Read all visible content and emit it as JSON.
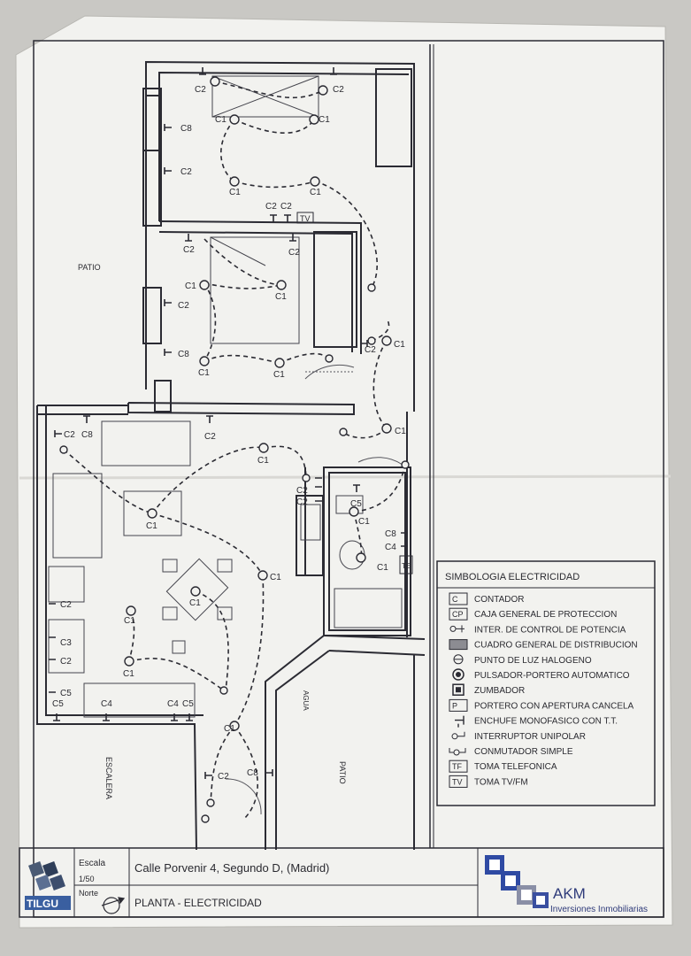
{
  "plan": {
    "labels": {
      "patio_left": "PATIO",
      "escalera": "ESCALERA",
      "patio_right": "PATIO",
      "agua": "AGUA"
    },
    "circuit_tags": {
      "c1": "C1",
      "c2": "C2",
      "c3": "C3",
      "c4": "C4",
      "c5": "C5",
      "c8": "C8"
    },
    "fixture_tags": {
      "tv": "TV",
      "te": "TE"
    }
  },
  "legend": {
    "title": "SIMBOLOGIA ELECTRICIDAD",
    "items": [
      {
        "icon": "contador-icon",
        "code": "C",
        "label": "CONTADOR"
      },
      {
        "icon": "caja-general-icon",
        "code": "CP",
        "label": "CAJA GENERAL DE PROTECCION"
      },
      {
        "icon": "interruptor-potencia-icon",
        "code": "",
        "label": "INTER. DE CONTROL DE POTENCIA"
      },
      {
        "icon": "cuadro-distribucion-icon",
        "code": "",
        "label": "CUADRO GENERAL DE DISTRIBUCION"
      },
      {
        "icon": "luz-halogeno-icon",
        "code": "",
        "label": "PUNTO DE LUZ HALOGENO"
      },
      {
        "icon": "pulsador-portero-icon",
        "code": "",
        "label": "PULSADOR-PORTERO AUTOMATICO"
      },
      {
        "icon": "zumbador-icon",
        "code": "",
        "label": "ZUMBADOR"
      },
      {
        "icon": "portero-cancela-icon",
        "code": "P",
        "label": "PORTERO CON APERTURA CANCELA"
      },
      {
        "icon": "enchufe-icon",
        "code": "",
        "label": "ENCHUFE MONOFASICO CON T.T."
      },
      {
        "icon": "interruptor-unipolar-icon",
        "code": "",
        "label": "INTERRUPTOR UNIPOLAR"
      },
      {
        "icon": "conmutador-icon",
        "code": "",
        "label": "CONMUTADOR SIMPLE"
      },
      {
        "icon": "toma-telefonica-icon",
        "code": "TF",
        "label": "TOMA TELEFONICA"
      },
      {
        "icon": "toma-tv-icon",
        "code": "TV",
        "label": "TOMA TV/FM"
      }
    ]
  },
  "title_block": {
    "logo_text": "TILGU",
    "escala_label": "Escala",
    "escala_value": "1/50",
    "norte_label": "Norte",
    "address": "Calle Porvenir 4, Segundo D, (Madrid)",
    "plan_title": "PLANTA - ELECTRICIDAD",
    "company": "AKM",
    "company_sub": "Inversiones Inmobiliarias"
  },
  "colors": {
    "paper": "#f3f3f0",
    "ink": "#2b2b33",
    "background": "#c9c8c4"
  }
}
